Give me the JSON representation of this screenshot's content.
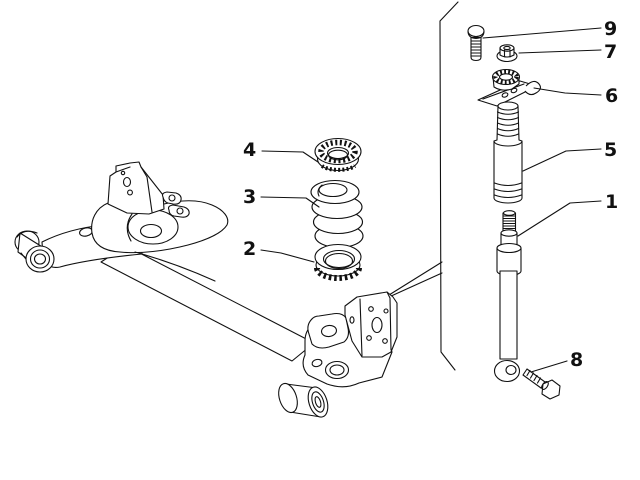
{
  "diagram": {
    "kind": "exploded-parts-diagram",
    "background_color": "#ffffff",
    "line_color": "#111111",
    "callouts": [
      {
        "number": "1"
      },
      {
        "number": "2"
      },
      {
        "number": "3"
      },
      {
        "number": "4"
      },
      {
        "number": "5"
      },
      {
        "number": "6"
      },
      {
        "number": "7"
      },
      {
        "number": "8"
      },
      {
        "number": "9"
      }
    ]
  }
}
